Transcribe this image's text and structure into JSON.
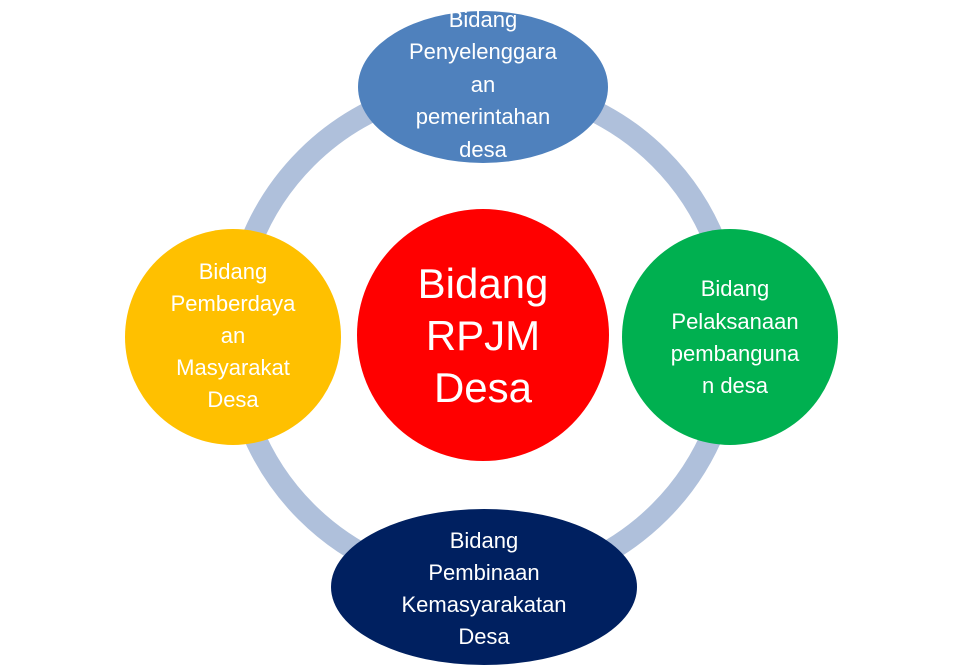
{
  "colors": {
    "ring": "#AFC0DB",
    "center": "#FF0000",
    "top": "#4F81BD",
    "right": "#00B050",
    "bottom": "#002060",
    "left": "#FFC000"
  },
  "center": {
    "lines": [
      "Bidang",
      "RPJM",
      "Desa"
    ]
  },
  "nodes": {
    "top": {
      "lines": [
        "Bidang",
        "Penyelenggara",
        "an",
        "pemerintahan",
        "desa"
      ]
    },
    "right": {
      "lines": [
        "Bidang",
        "Pelaksanaan",
        "pembanguna",
        "n desa"
      ]
    },
    "bottom": {
      "lines": [
        "Bidang",
        "Pembinaan",
        "Kemasyarakatan",
        "Desa"
      ]
    },
    "left": {
      "lines": [
        "Bidang",
        "Pemberdaya",
        "an",
        "Masyarakat",
        "Desa"
      ]
    }
  }
}
